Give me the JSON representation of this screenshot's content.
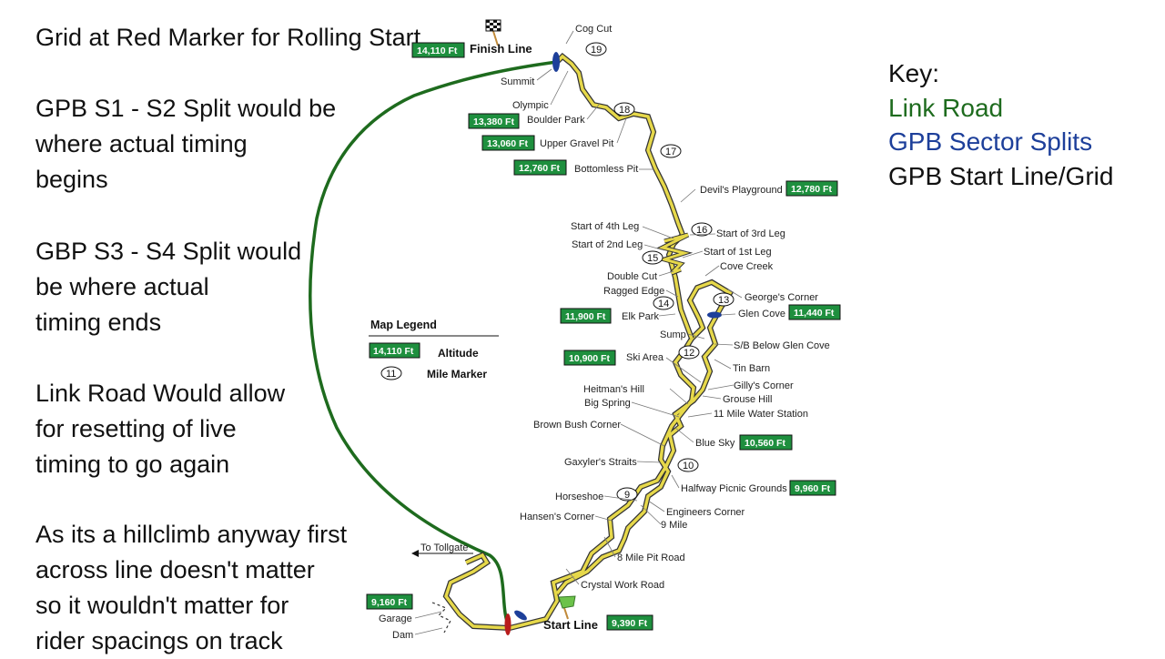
{
  "notes": [
    "Grid at Red Marker for Rolling Start",
    "GPB S1 - S2 Split would be\nwhere actual timing\nbegins",
    "GBP S3 - S4 Split would\nbe where actual\ntiming ends",
    "Link Road Would allow\nfor resetting of live\ntiming to go again",
    "As its a hillclimb anyway first\nacross line doesn't matter\nso it wouldn't matter for\nrider spacings on track"
  ],
  "key": {
    "title": "Key:",
    "items": [
      {
        "label": "Link Road",
        "color": "#1e6b1e"
      },
      {
        "label": "GPB Sector Splits",
        "color": "#1d3f9a"
      },
      {
        "label": "GPB Start Line/Grid",
        "color": "#111111"
      }
    ]
  },
  "legend": {
    "title": "Map Legend",
    "altitude_sample": "14,110 Ft",
    "altitude_label": "Altitude",
    "mile_sample": "11",
    "mile_label": "Mile Marker"
  },
  "colors": {
    "road": "#e6d84a",
    "link_road": "#1e6b1e",
    "sector": "#1d3f9a",
    "grid": "#b81c1c",
    "altitude_box": "#1e8f3e"
  },
  "map": {
    "finish_line": "Finish Line",
    "start_line": "Start Line",
    "to_tollgate": "To Tollgate",
    "altitudes": [
      "14,110 Ft",
      "13,380 Ft",
      "13,060 Ft",
      "12,760 Ft",
      "12,780 Ft",
      "11,900 Ft",
      "11,440 Ft",
      "10,900 Ft",
      "10,560 Ft",
      "9,960 Ft",
      "9,160 Ft",
      "9,390 Ft"
    ],
    "mile_markers": [
      "19",
      "18",
      "17",
      "16",
      "15",
      "14",
      "13",
      "12",
      "10",
      "9"
    ],
    "places": [
      "Cog Cut",
      "Summit",
      "Olympic",
      "Boulder Park",
      "Upper Gravel Pit",
      "Bottomless Pit",
      "Devil's Playground",
      "Start of 4th Leg",
      "Start of 3rd Leg",
      "Start of 2nd Leg",
      "Start of 1st Leg",
      "Cove Creek",
      "Double Cut",
      "Ragged Edge",
      "George's Corner",
      "Elk Park",
      "Glen Cove",
      "Sump",
      "S/B Below Glen Cove",
      "Ski Area",
      "Tin Barn",
      "Gilly's Corner",
      "Heitman's Hill",
      "Grouse Hill",
      "Big Spring",
      "11 Mile Water Station",
      "Brown Bush Corner",
      "Blue Sky",
      "Gaxyler's Straits",
      "Halfway Picnic Grounds",
      "Horseshoe",
      "Engineers Corner",
      "Hansen's Corner",
      "9 Mile",
      "8 Mile Pit Road",
      "Crystal Work Road",
      "Garage",
      "Dam"
    ]
  }
}
